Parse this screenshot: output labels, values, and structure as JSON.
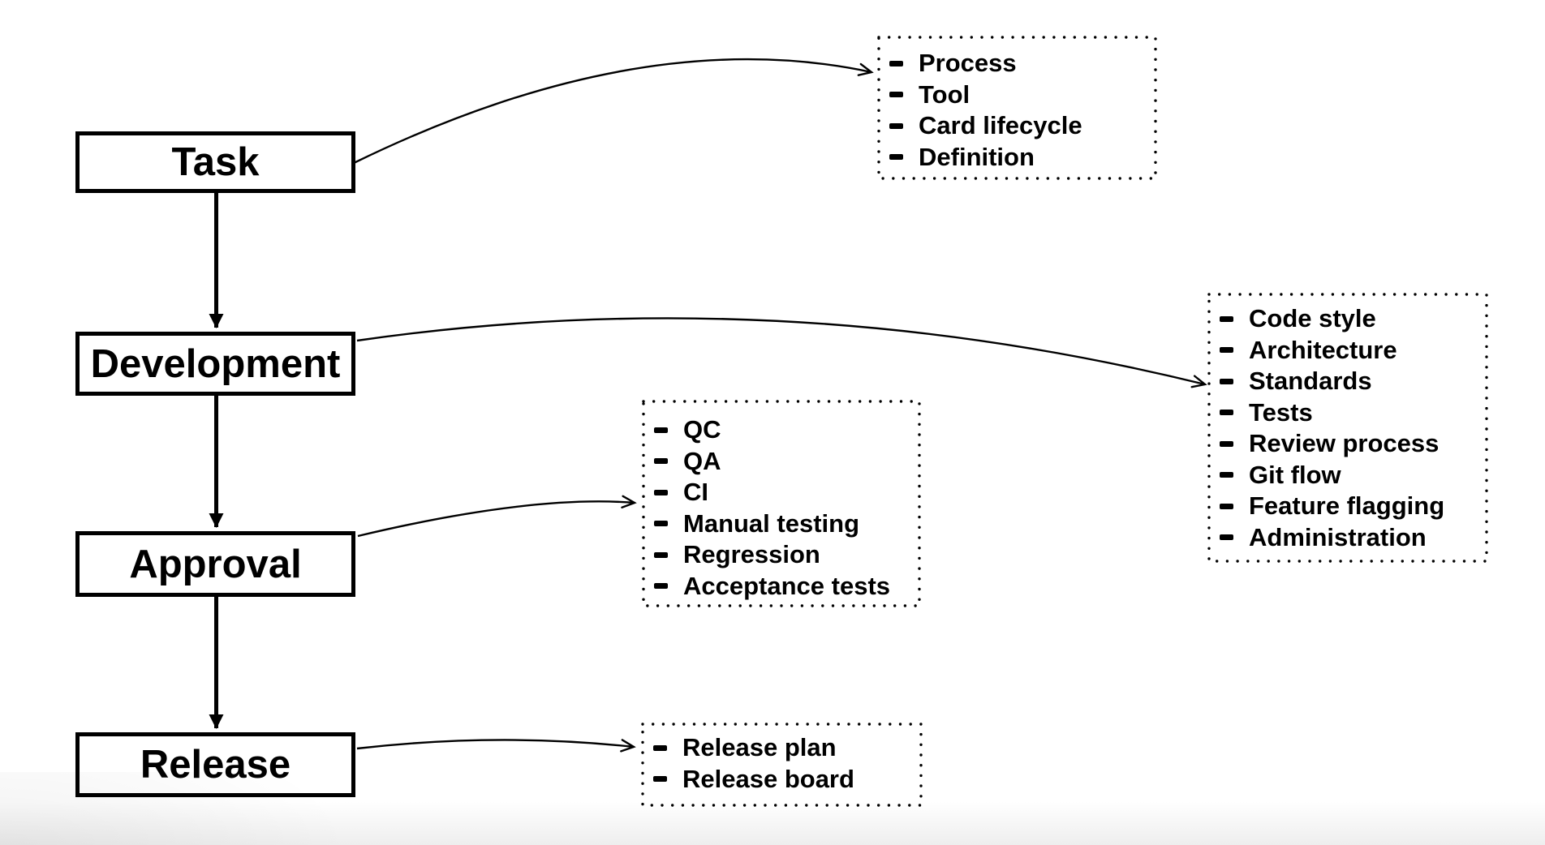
{
  "colors": {
    "background": "#ffffff",
    "ink": "#000000"
  },
  "flow": {
    "stages": [
      {
        "id": "task",
        "label": "Task"
      },
      {
        "id": "development",
        "label": "Development"
      },
      {
        "id": "approval",
        "label": "Approval"
      },
      {
        "id": "release",
        "label": "Release"
      }
    ]
  },
  "panels": {
    "task_details": {
      "items": [
        "Process",
        "Tool",
        "Card lifecycle",
        "Definition"
      ]
    },
    "development_details": {
      "items": [
        "Code style",
        "Architecture",
        "Standards",
        "Tests",
        "Review process",
        "Git flow",
        "Feature flagging",
        "Administration"
      ]
    },
    "approval_details": {
      "items": [
        "QC",
        "QA",
        "CI",
        "Manual testing",
        "Regression",
        "Acceptance tests"
      ]
    },
    "release_details": {
      "items": [
        "Release plan",
        "Release board"
      ]
    }
  }
}
